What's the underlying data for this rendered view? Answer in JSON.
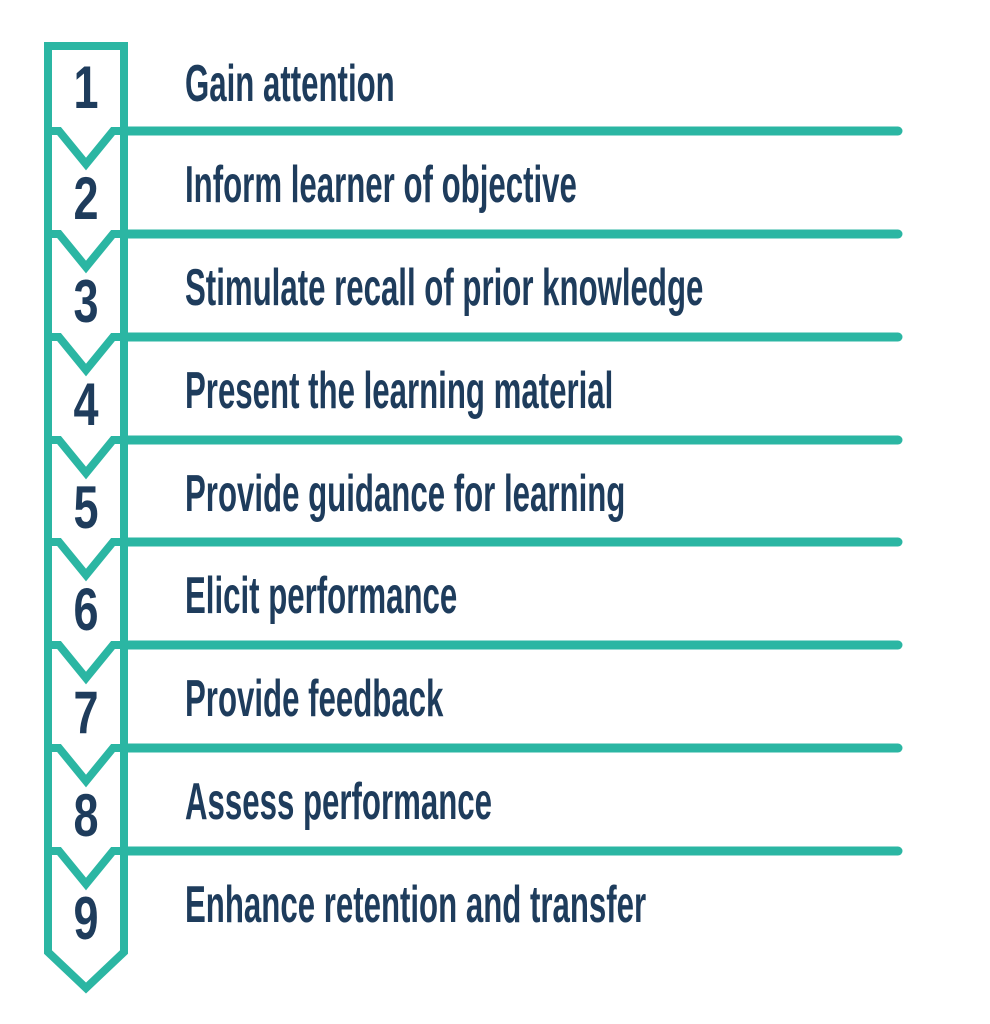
{
  "colors": {
    "teal": "#2bb6a3",
    "navy": "#1e3c5c"
  },
  "diagram": {
    "type": "chevron-step-list",
    "steps": [
      {
        "num": "1",
        "label": "Gain attention"
      },
      {
        "num": "2",
        "label": "Inform learner of objective"
      },
      {
        "num": "3",
        "label": "Stimulate recall of prior knowledge"
      },
      {
        "num": "4",
        "label": "Present the learning material"
      },
      {
        "num": "5",
        "label": "Provide guidance for learning"
      },
      {
        "num": "6",
        "label": "Elicit performance"
      },
      {
        "num": "7",
        "label": "Provide feedback"
      },
      {
        "num": "8",
        "label": "Assess performance"
      },
      {
        "num": "9",
        "label": "Enhance retention and transfer"
      }
    ]
  }
}
